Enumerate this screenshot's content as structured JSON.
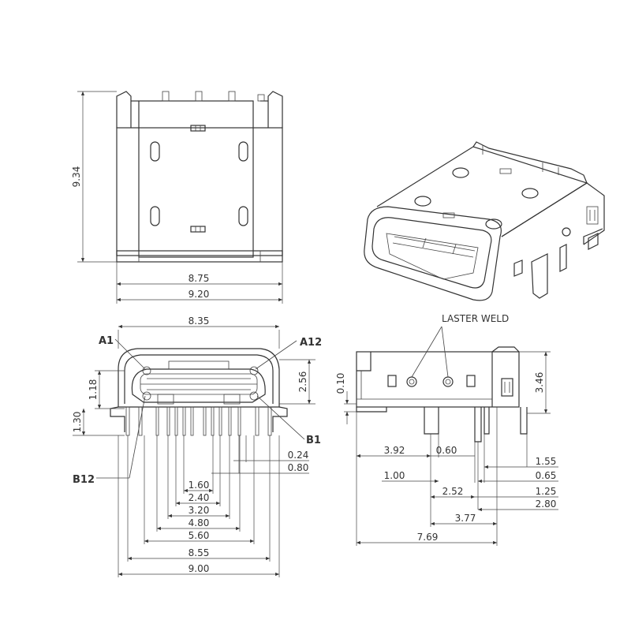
{
  "top_view": {
    "height_dim": "9.34",
    "width_inner_dim": "8.75",
    "width_outer_dim": "9.20"
  },
  "front_view": {
    "top_width_dim": "8.35",
    "pin_labels": {
      "a1": "A1",
      "a12": "A12",
      "b1": "B1",
      "b12": "B12"
    },
    "left_dims": [
      "1.18",
      "1.30"
    ],
    "right_dim": "2.56",
    "pitch_dims": [
      "0.24",
      "0.80"
    ],
    "bottom_dims": [
      "1.60",
      "2.40",
      "3.20",
      "4.80",
      "5.60",
      "8.55",
      "9.00"
    ]
  },
  "side_view": {
    "weld_label": "LASTER WELD",
    "left_dim": "0.10",
    "right_dim": "3.46",
    "dims": [
      "3.92",
      "0.60",
      "1.55",
      "1.00",
      "0.65",
      "2.52",
      "1.25",
      "2.80",
      "3.77",
      "7.69"
    ]
  }
}
